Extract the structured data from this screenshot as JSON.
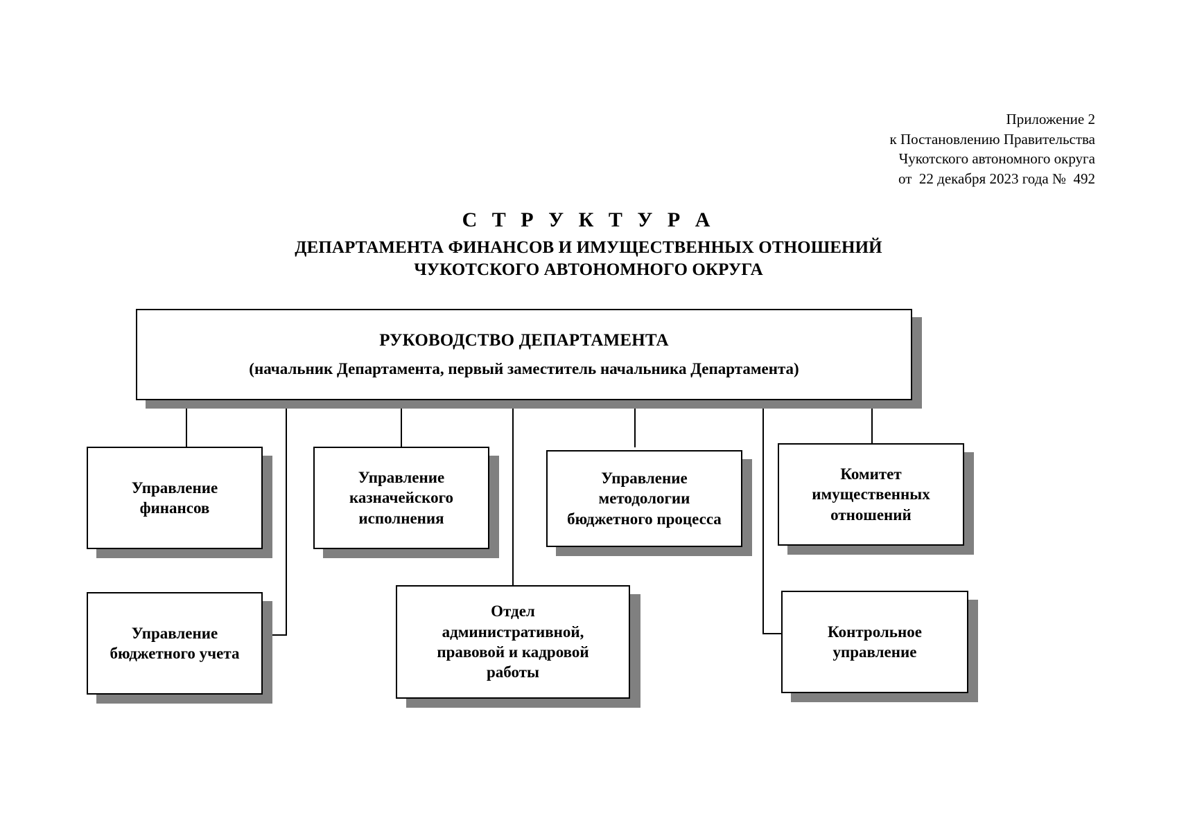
{
  "appendix": {
    "lines": [
      "Приложение 2",
      "к Постановлению Правительства",
      "Чукотского автономного округа",
      "от  22 декабря 2023 года №  492"
    ]
  },
  "title": {
    "line1": "С Т Р У К Т У Р А",
    "line2": "ДЕПАРТАМЕНТА ФИНАНСОВ И ИМУЩЕСТВЕННЫХ ОТНОШЕНИЙ",
    "line3": "ЧУКОТСКОГО АВТОНОМНОГО ОКРУГА"
  },
  "chart_data": {
    "type": "diagram",
    "title": "СТРУКТУРА ДЕПАРТАМЕНТА ФИНАНСОВ И ИМУЩЕСТВЕННЫХ ОТНОШЕНИЙ ЧУКОТСКОГО АВТОНОМНОГО ОКРУГА",
    "root": {
      "id": "root",
      "line1": "РУКОВОДСТВО  ДЕПАРТАМЕНТА",
      "line2": "(начальник Департамента, первый заместитель начальника Департамента)"
    },
    "nodes": [
      {
        "id": "finance",
        "label": "Управление\nфинансов"
      },
      {
        "id": "treasury",
        "label": "Управление\nказначейского\nисполнения"
      },
      {
        "id": "methodology",
        "label": "Управление\nметодологии\nбюджетного процесса"
      },
      {
        "id": "property",
        "label": "Комитет\nимущественных\nотношений"
      },
      {
        "id": "budget-accounting",
        "label": "Управление\nбюджетного учета"
      },
      {
        "id": "admin-legal-hr",
        "label": "Отдел\nадминистративной,\nправовой и кадровой\nработы"
      },
      {
        "id": "control",
        "label": "Контрольное\nуправление"
      }
    ],
    "edges": [
      {
        "from": "root",
        "to": "finance"
      },
      {
        "from": "root",
        "to": "treasury"
      },
      {
        "from": "root",
        "to": "methodology"
      },
      {
        "from": "root",
        "to": "property"
      },
      {
        "from": "root",
        "to": "budget-accounting"
      },
      {
        "from": "root",
        "to": "admin-legal-hr"
      },
      {
        "from": "root",
        "to": "control"
      }
    ],
    "colors": {
      "box_fill": "#ffffff",
      "box_border": "#000000",
      "shadow": "#808080",
      "text": "#000000",
      "background": "#ffffff"
    }
  }
}
